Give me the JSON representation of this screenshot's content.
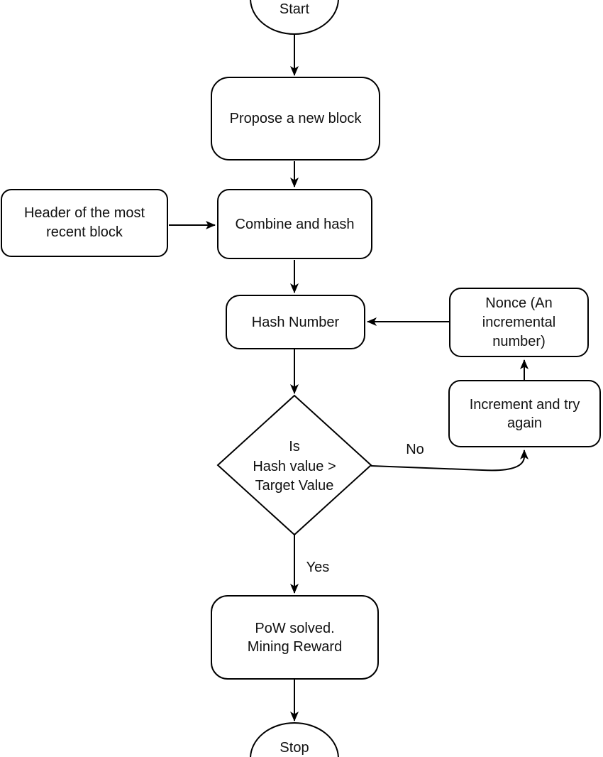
{
  "flowchart": {
    "nodes": {
      "start": {
        "type": "terminator",
        "label": "Start"
      },
      "propose_block": {
        "type": "process",
        "label": "Propose a new block"
      },
      "header_block": {
        "type": "process",
        "line1": "Header of the most",
        "line2": "recent block"
      },
      "combine_hash": {
        "type": "process",
        "label": "Combine and hash"
      },
      "hash_number": {
        "type": "process",
        "label": "Hash Number"
      },
      "nonce": {
        "type": "process",
        "line1": "Nonce (An",
        "line2": "incremental",
        "line3": "number)"
      },
      "increment": {
        "type": "process",
        "line1": "Increment and try",
        "line2": "again"
      },
      "decision": {
        "type": "decision",
        "line1": "Is",
        "line2": "Hash value >",
        "line3": "Target Value"
      },
      "pow_solved": {
        "type": "process",
        "line1": "PoW solved.",
        "line2": "Mining Reward"
      },
      "stop": {
        "type": "terminator",
        "label": "Stop"
      }
    },
    "edge_labels": {
      "no": "No",
      "yes": "Yes"
    },
    "colors": {
      "stroke": "#000000",
      "node_fill": "#ffffff",
      "text": "#111111",
      "background": "#ffffff"
    }
  }
}
